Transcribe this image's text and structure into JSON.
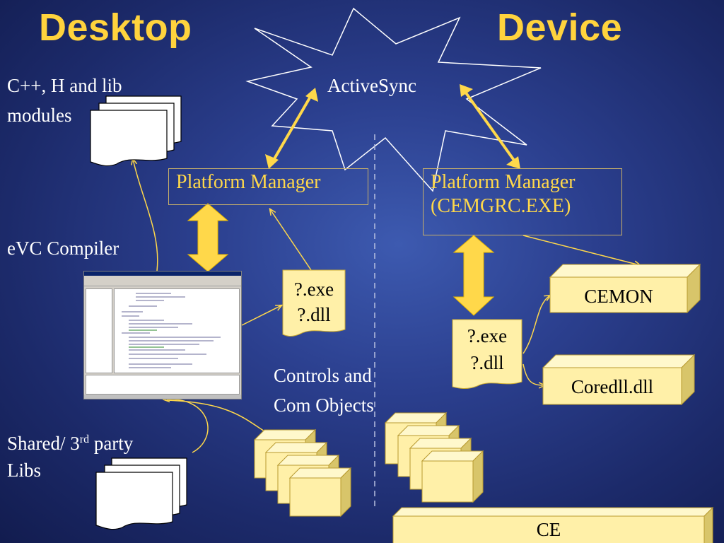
{
  "titles": {
    "desktop": "Desktop",
    "device": "Device"
  },
  "activesync": {
    "label": "ActiveSync"
  },
  "desktop": {
    "source_label_line1": "C++, H and lib",
    "source_label_line2": "modules",
    "compiler_label": "eVC Compiler",
    "shared_label_prefix": "Shared/ 3",
    "shared_label_sup": "rd",
    "shared_label_suffix": " party",
    "shared_label_line2": "Libs",
    "platform_manager": "Platform Manager",
    "exe_label": "?.exe",
    "dll_label": "?.dll",
    "controls_line1": "Controls and",
    "controls_line2": "Com Objects"
  },
  "device": {
    "platform_manager_line1": "Platform Manager",
    "platform_manager_line2": "(CEMGRC.EXE)",
    "exe_label": "?.exe",
    "dll_label": "?.dll",
    "cemon_label": "CEMON",
    "coredll_label": "Coredll.dll",
    "ce_label": "CE"
  },
  "colors": {
    "title": "#ffd33d",
    "arrow": "#ffd84a",
    "box_fill": "#fff0a8",
    "box_side": "#d8c56a",
    "box_top": "#fff8cc"
  }
}
